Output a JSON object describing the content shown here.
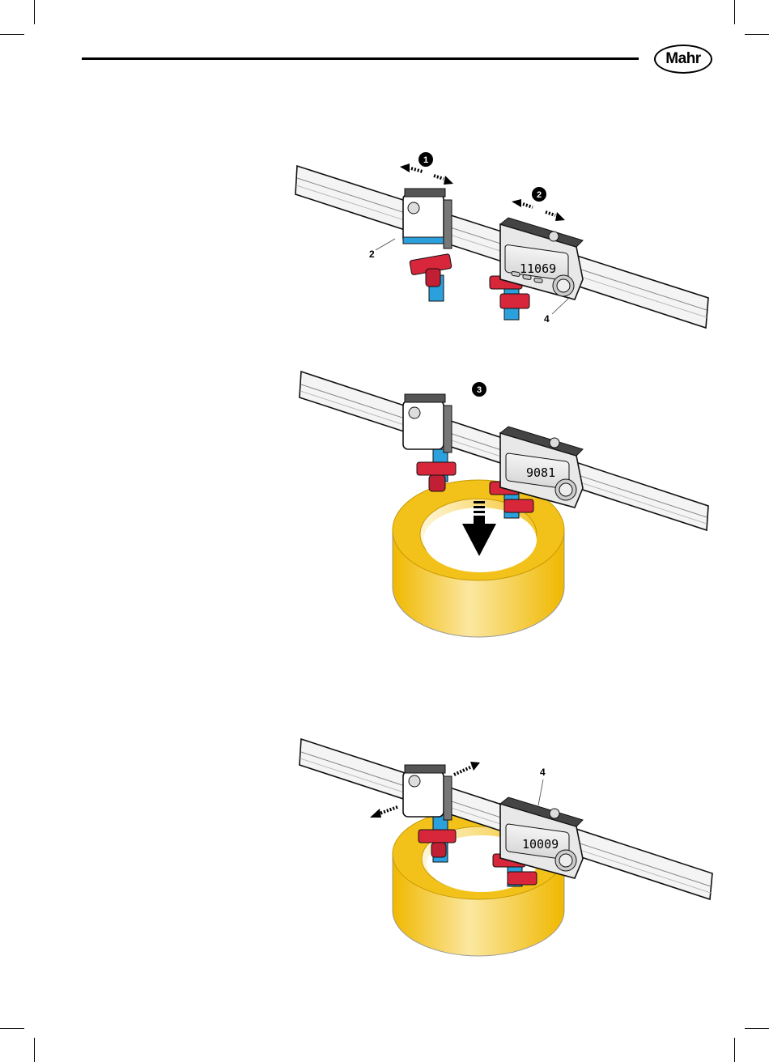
{
  "brand": {
    "logo_text": "Mahr"
  },
  "figure1": {
    "step_a": "1",
    "step_b": "2",
    "display_value": "11069",
    "callout_left": "2",
    "callout_right": "4"
  },
  "figure2": {
    "step": "3",
    "display_value": "9081"
  },
  "figure3": {
    "display_value": "10009",
    "callout_top": "4"
  },
  "colors": {
    "bar": "#f3f3f3",
    "blue_jaw": "#2aa0dc",
    "red_clamp": "#d8263b",
    "yellow_ring": "#f4c21a",
    "housing": "#e8e8e8"
  }
}
